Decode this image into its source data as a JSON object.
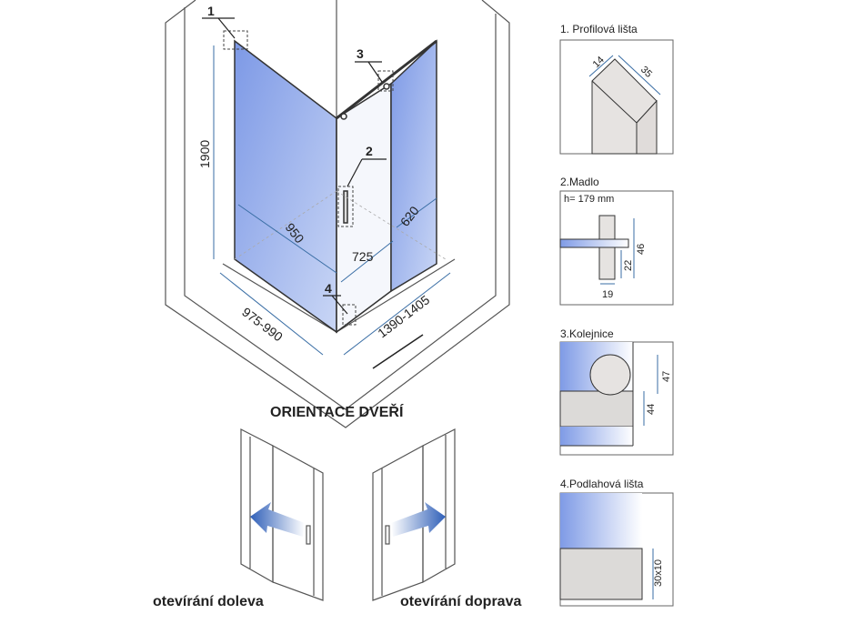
{
  "main_view": {
    "callouts": [
      "1",
      "2",
      "3",
      "4"
    ],
    "dimensions": {
      "height": "1900",
      "left_panel_width": "950",
      "door_width": "725",
      "fixed_panel_width": "620",
      "depth_range": "975-990",
      "width_range": "1390-1405"
    },
    "heading": "ORIENTACE DVEŘÍ"
  },
  "orientation": {
    "left_label": "otevírání doleva",
    "right_label": "otevírání doprava"
  },
  "details": [
    {
      "title": "1. Profilová lišta",
      "dims": [
        "14",
        "35"
      ]
    },
    {
      "title": "2.Madlo",
      "note": "h= 179 mm",
      "dims": [
        "46",
        "22",
        "19"
      ]
    },
    {
      "title": "3.Kolejnice",
      "dims": [
        "47",
        "44"
      ]
    },
    {
      "title": "4.Podlahová lišta",
      "dims": [
        "30x10"
      ]
    }
  ],
  "colors": {
    "glass": "#6f8fe0",
    "dimension": "#3a6ea5",
    "arrow": "#2f5fb8",
    "profile": "#e6e3e1"
  }
}
